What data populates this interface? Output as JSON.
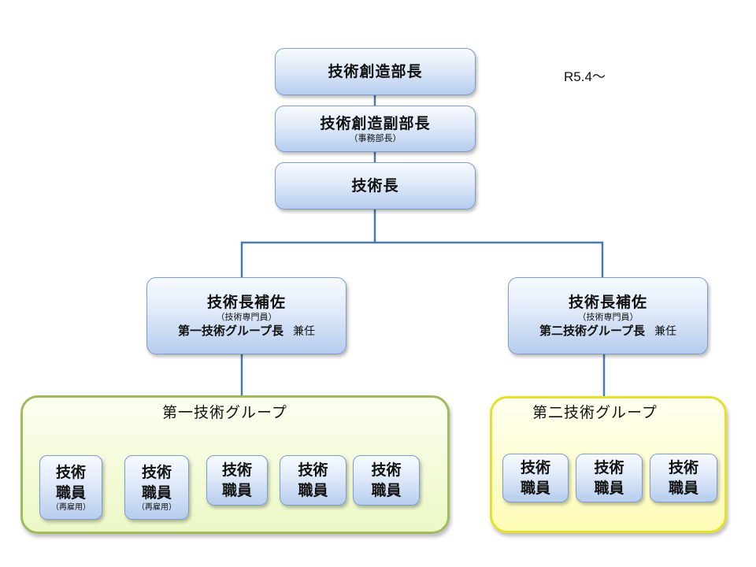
{
  "date_note": "R5.4～",
  "director": "技術創造部長",
  "deputy": {
    "title": "技術創造副部長",
    "note": "（事務部長）"
  },
  "chief": "技術長",
  "assistants": [
    {
      "title": "技術長補佐",
      "note": "（技術専門員）",
      "role": "第一技術グループ長",
      "concurrent": "兼任"
    },
    {
      "title": "技術長補佐",
      "note": "（技術専門員）",
      "role": "第二技術グループ長",
      "concurrent": "兼任"
    }
  ],
  "groups": [
    {
      "name": "第一技術グループ",
      "staff": [
        {
          "line1": "技術",
          "line2": "職員",
          "note": "（再雇用）"
        },
        {
          "line1": "技術",
          "line2": "職員",
          "note": "（再雇用）"
        },
        {
          "line1": "技術",
          "line2": "職員"
        },
        {
          "line1": "技術",
          "line2": "職員"
        },
        {
          "line1": "技術",
          "line2": "職員"
        }
      ]
    },
    {
      "name": "第二技術グループ",
      "staff": [
        {
          "line1": "技術",
          "line2": "職員"
        },
        {
          "line1": "技術",
          "line2": "職員"
        },
        {
          "line1": "技術",
          "line2": "職員"
        }
      ]
    }
  ],
  "colors": {
    "connector": "#4a7ab0",
    "box_border": "#7f9ccf",
    "group1_border": "#9fbb5c",
    "group2_border": "#e6e02a"
  }
}
